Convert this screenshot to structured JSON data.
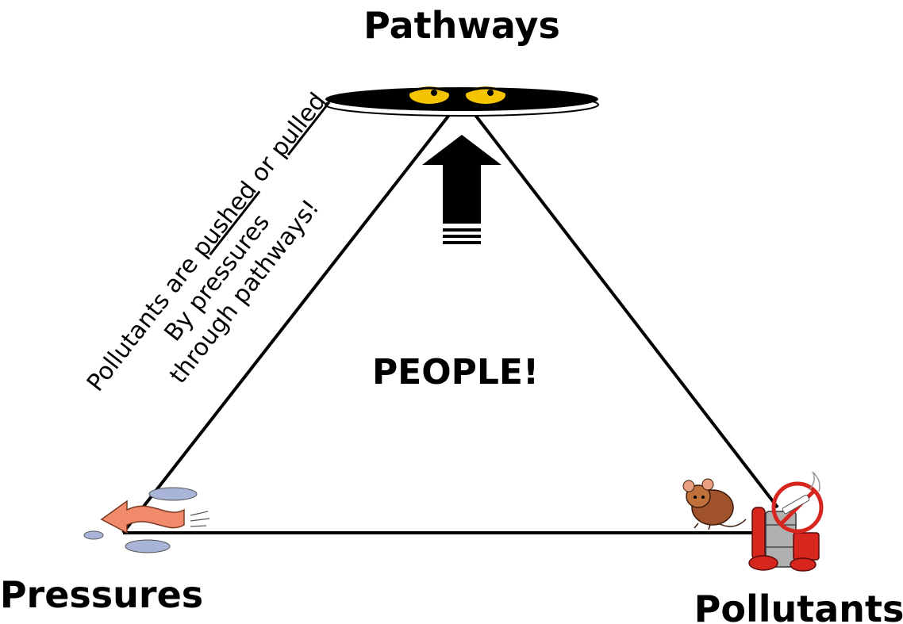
{
  "diagram": {
    "corners": {
      "top": "Pathways",
      "left": "Pressures",
      "right": "Pollutants"
    },
    "center_label": "PEOPLE!",
    "annotation": {
      "line1_a": "Pollutants are ",
      "line1_b": "pushed",
      "line1_c": " or ",
      "line1_d": "pulled",
      "line2": "By pressures",
      "line3": "through pathways!"
    }
  },
  "colors": {
    "line": "#000000",
    "eyes": "#f5c400",
    "arrow_pressure": "#f08a6a",
    "cloud": "#a8b4d8",
    "mouse": "#a0522d",
    "no_sign": "#d7261e"
  },
  "icons": {
    "pathway_hole": "manhole-eyes-icon",
    "up_arrow": "up-arrow-icon",
    "pressure": "pressure-wind-icon",
    "mouse": "mouse-icon",
    "pollutants": "pollutants-no-smoking-icon"
  }
}
